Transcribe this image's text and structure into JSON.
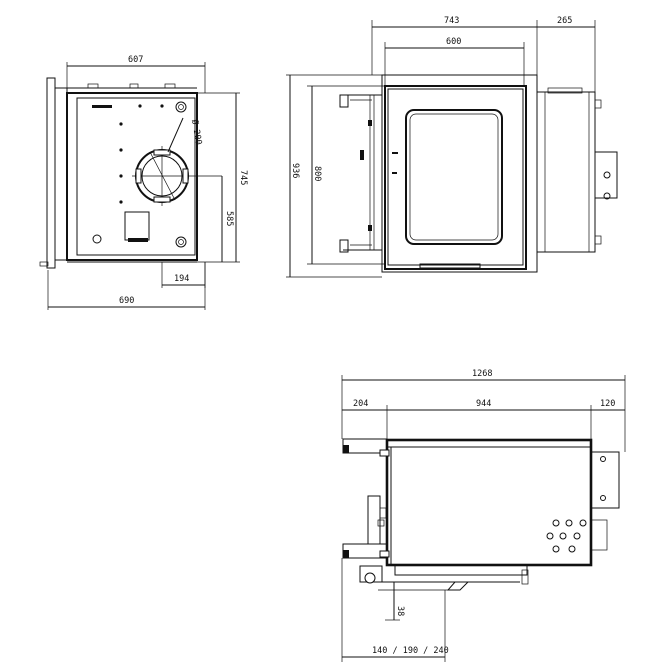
{
  "front_view": {
    "width_inner": "607",
    "width_outer": "690",
    "height": "745",
    "flue_height": "585",
    "flue_offset": "194",
    "flue_diameter": "Ø 200"
  },
  "side_view": {
    "width_total": "743",
    "width_door": "600",
    "depth_extra": "265",
    "height_total": "936",
    "height_door": "800"
  },
  "top_view": {
    "length_total": "1268",
    "front": "204",
    "body": "944",
    "rear": "120",
    "offset": "38",
    "options": "140 / 190 / 240"
  }
}
